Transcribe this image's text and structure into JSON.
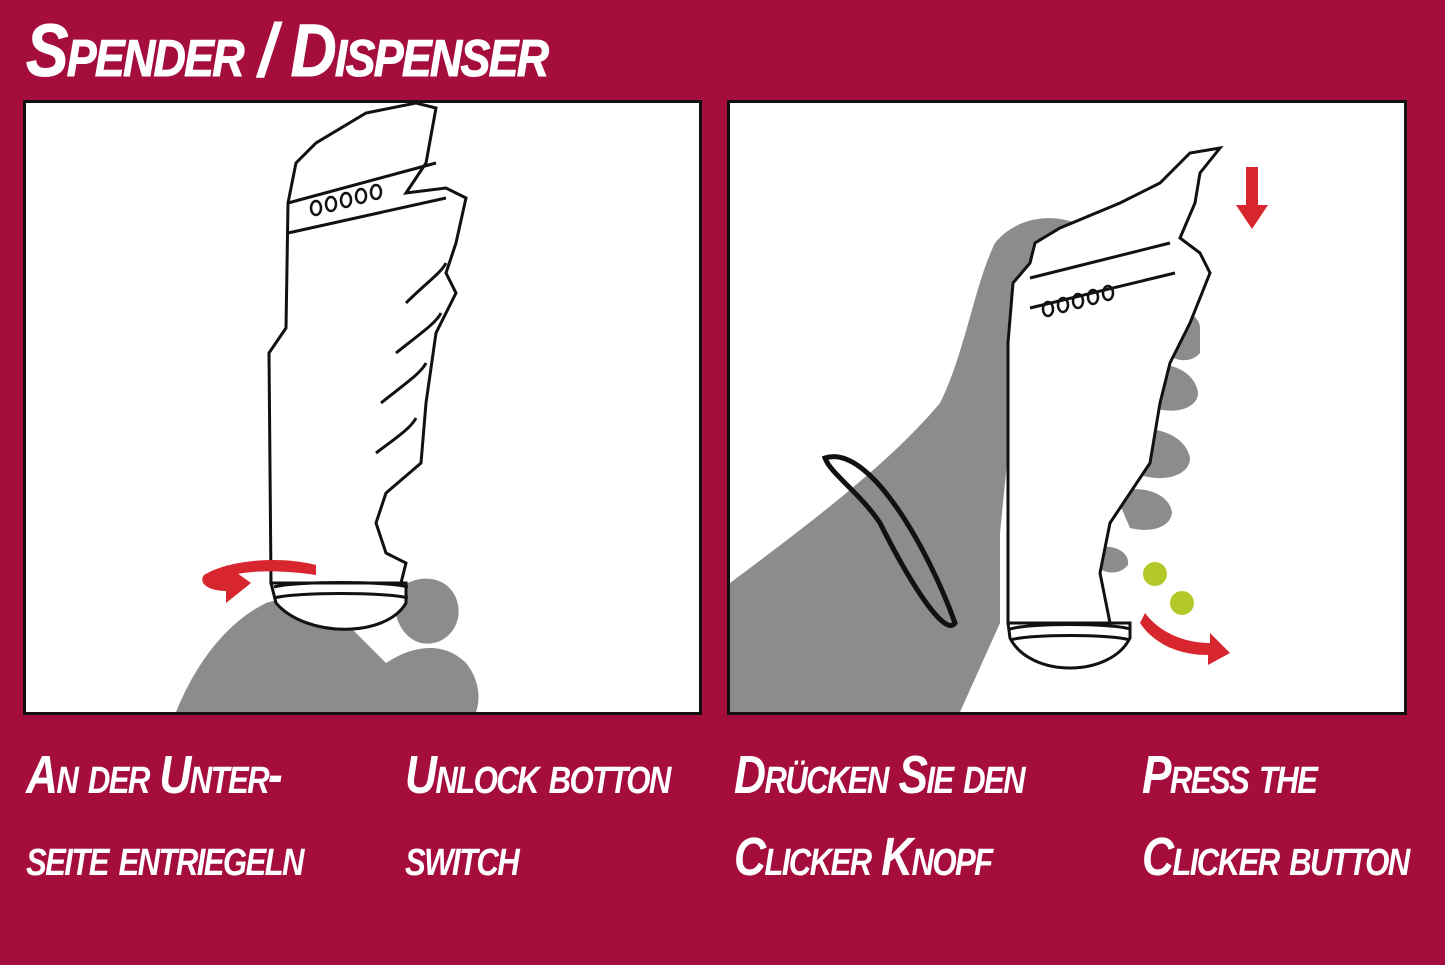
{
  "title": "Spender / Dispenser",
  "captions": [
    {
      "line1": "An der Unter-",
      "line2": "seite entriegeln"
    },
    {
      "line1": "Unlock botton",
      "line2": "switch"
    },
    {
      "line1": "Drücken Sie den",
      "line2": "Clicker Knopf"
    },
    {
      "line1": "Press the",
      "line2": "Clicker button"
    }
  ],
  "colors": {
    "background": "#a50e3c",
    "arrow": "#d8262f",
    "hand": "#8c8c8c",
    "pellet": "#b3c92a"
  },
  "panels": [
    {
      "icons": [
        "dispenser-icon",
        "rotate-arrow-icon",
        "hand-icon"
      ]
    },
    {
      "icons": [
        "dispenser-icon",
        "down-arrow-icon",
        "hand-icon",
        "pellet-icon",
        "dispense-arrow-icon"
      ]
    }
  ]
}
